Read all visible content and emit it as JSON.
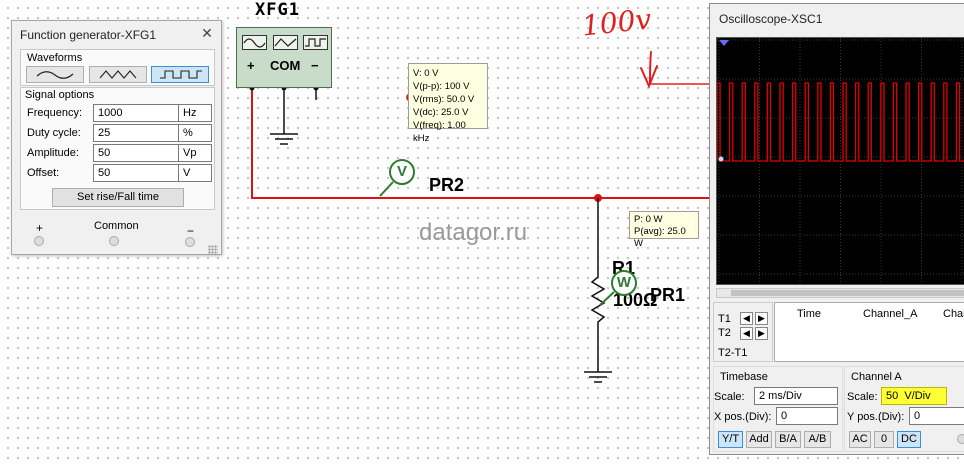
{
  "function_generator": {
    "title": "Function generator-XFG1",
    "close_glyph": "✕",
    "waveforms_label": "Waveforms",
    "waveforms": [
      "sine",
      "triangle",
      "square"
    ],
    "selected_waveform": "square",
    "signal_options_label": "Signal options",
    "fields": [
      {
        "label": "Frequency:",
        "value": "1000",
        "unit": "Hz"
      },
      {
        "label": "Duty cycle:",
        "value": "25",
        "unit": "%"
      },
      {
        "label": "Amplitude:",
        "value": "50",
        "unit": "Vp"
      },
      {
        "label": "Offset:",
        "value": "50",
        "unit": "V"
      }
    ],
    "rise_fall_button": "Set rise/Fall time",
    "terminals": {
      "plus": "+",
      "common": "Common",
      "minus": "−"
    }
  },
  "xfg_symbol": {
    "name": "XFG1",
    "terminals": {
      "plus": "+",
      "com": "COM",
      "minus": "−"
    }
  },
  "probe_pr2": {
    "name": "PR2",
    "glyph": "V",
    "readings": [
      "V: 0 V",
      "V(p-p): 100 V",
      "V(rms): 50.0 V",
      "V(dc): 25.0 V",
      "V(freq): 1.00 kHz"
    ]
  },
  "probe_pr1": {
    "name": "PR1",
    "glyph": "W",
    "readings": [
      "P: 0 W",
      "P(avg): 25.0 W"
    ]
  },
  "resistor": {
    "name": "R1",
    "value": "100Ω"
  },
  "watermark": "datagor.ru",
  "annotation": {
    "text": "100v",
    "color": "#e02020"
  },
  "oscilloscope": {
    "title": "Oscilloscope-XSC1",
    "cursor_rows": [
      "T1",
      "T2",
      "T2-T1"
    ],
    "table_headers": [
      "Time",
      "Channel_A",
      "Chan"
    ],
    "timebase": {
      "label": "Timebase",
      "scale_label": "Scale:",
      "scale": "2 ms/Div",
      "xpos_label": "X pos.(Div):",
      "xpos": "0",
      "buttons": [
        "Y/T",
        "Add",
        "B/A",
        "A/B"
      ],
      "selected": "Y/T"
    },
    "channel_a": {
      "label": "Channel A",
      "scale_label": "Scale:",
      "scale": "50  V/Div",
      "ypos_label": "Y pos.(Div):",
      "ypos": "0",
      "buttons": [
        "AC",
        "0",
        "DC"
      ],
      "selected": "DC"
    },
    "trace_color": "#e00000",
    "duty_cycle": 0.25,
    "periods_visible": 20
  },
  "colors": {
    "wire": "#dd1111",
    "circuit": "#000000",
    "probe": "#2e7d2e",
    "highlight": "#ffff33"
  }
}
